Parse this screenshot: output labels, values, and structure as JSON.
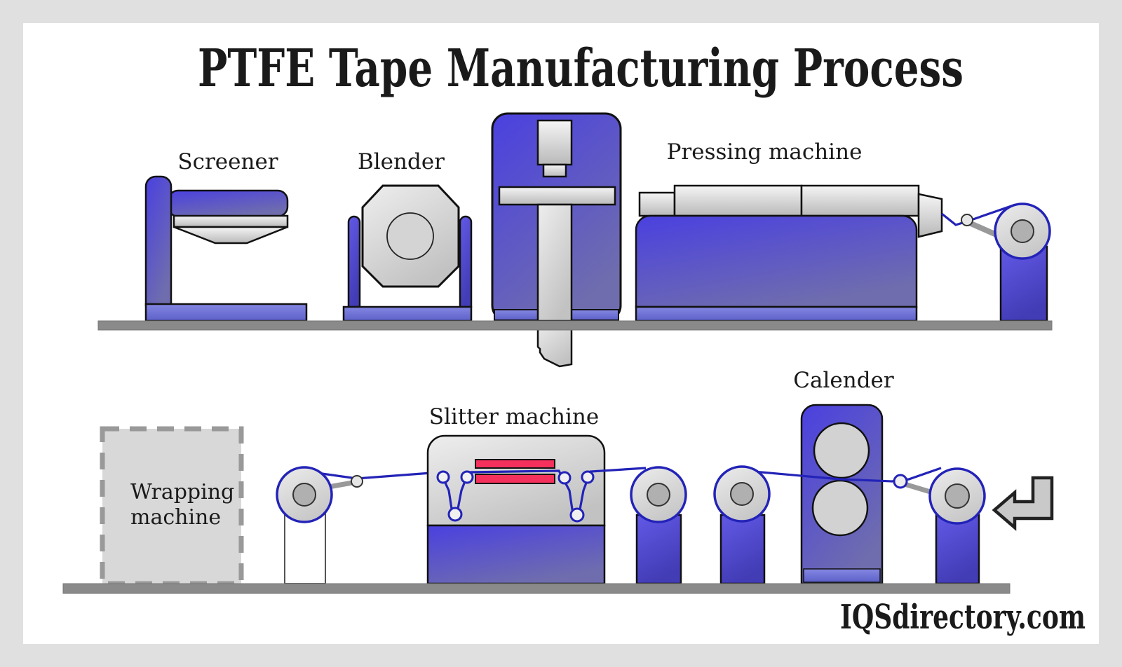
{
  "title": "PTFE Tape Manufacturing Process",
  "watermark": "IQSdirectory.com",
  "machines": {
    "screener": "Screener",
    "blender": "Blender",
    "pressing": "Pressing machine",
    "slitter": "Slitter machine",
    "calender": "Calender",
    "wrapping_line1": "Wrapping",
    "wrapping_line2": "machine"
  },
  "colors": {
    "machine_blue_top": "#4a40e0",
    "machine_blue_bottom": "#6f6dae",
    "base_strip_blue": "#7b7dd8",
    "gray_part_light": "#f2f2f2",
    "gray_part_dark": "#bdbdbd",
    "slitter_bar_red": "#f4305c",
    "thread_blue": "#2323b8",
    "floor_gray": "#8a8a8a",
    "watermark_gray": "#9a9a9a",
    "frame_gray": "#e0e0e0"
  }
}
